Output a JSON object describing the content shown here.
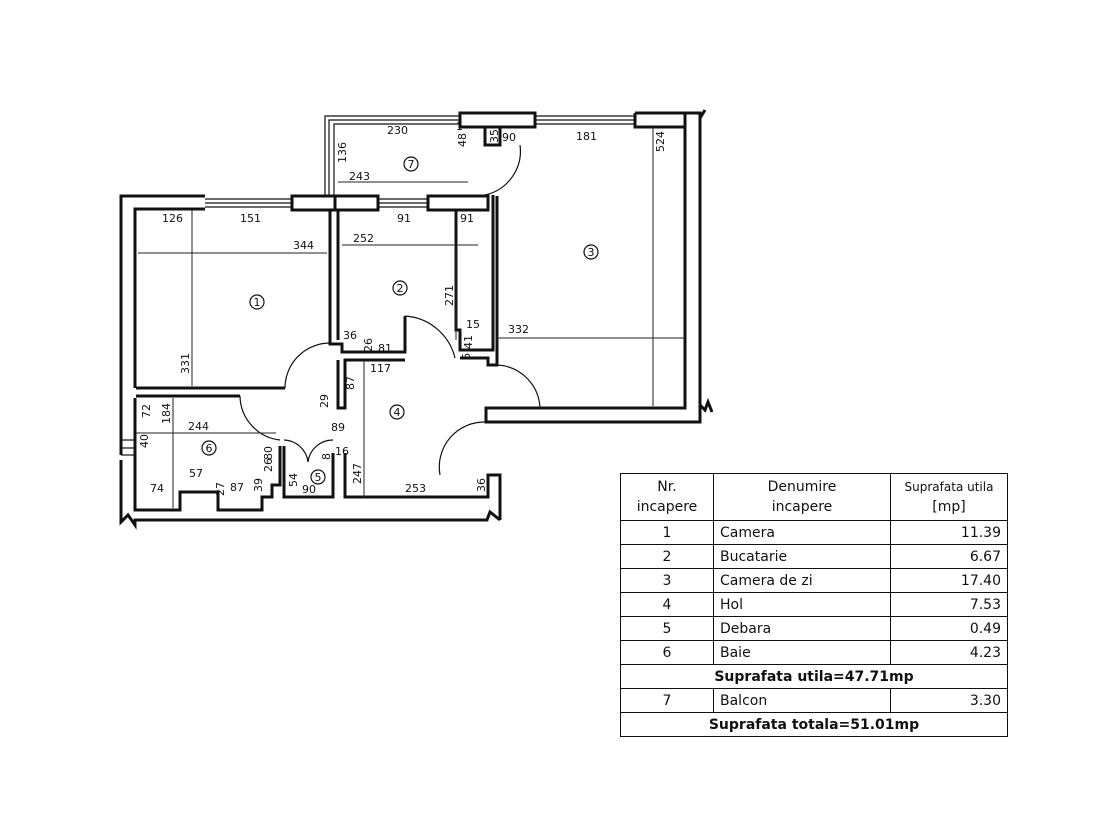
{
  "plan": {
    "rooms": [
      "1",
      "2",
      "3",
      "4",
      "5",
      "6",
      "7"
    ],
    "dimensions": {
      "r1_126": "126",
      "r1_151": "151",
      "r1_344": "344",
      "r1_331": "331",
      "r2_91a": "91",
      "r2_91b": "91",
      "r2_252": "252",
      "r2_271": "271",
      "r2_15": "15",
      "r2_41": "41",
      "r2_36": "36",
      "r2_26": "26",
      "r2_81": "81.",
      "r3_181": "181",
      "r3_524": "524",
      "r3_332": "332",
      "r3_35": "35",
      "r3_90": "90",
      "r3_6": "6",
      "r7_230": "230",
      "r7_136": "136",
      "r7_243": "243",
      "r7_48": "48",
      "r7_1": "1",
      "r4_117": "117",
      "r4_87": "87",
      "r4_29": "29",
      "r4_89": "89",
      "r4_16": "16",
      "r4_8": "8",
      "r4_247": "247",
      "r4_253": "253",
      "r4_36": "36",
      "r5_54": "54",
      "r5_90": "90",
      "r6_72": "72",
      "r6_184": "184",
      "r6_244": "244",
      "r6_40": "40",
      "r6_80": "80",
      "r6_26": "26",
      "r6_57": "57",
      "r6_74": "74",
      "r6_27": "27",
      "r6_87": "87",
      "r6_39": "39"
    }
  },
  "table": {
    "headers": {
      "nr": "Nr.\nincapere",
      "name": "Denumire\nincapere",
      "area": "Suprafata utila\n[mp]"
    },
    "header_nr_1": "Nr.",
    "header_nr_2": "incapere",
    "header_name_1": "Denumire",
    "header_name_2": "incapere",
    "header_area_1": "Suprafata utila",
    "header_area_2": "[mp]",
    "rows": [
      {
        "nr": "1",
        "name": "Camera",
        "area": "11.39"
      },
      {
        "nr": "2",
        "name": "Bucatarie",
        "area": "6.67"
      },
      {
        "nr": "3",
        "name": "Camera de zi",
        "area": "17.40"
      },
      {
        "nr": "4",
        "name": "Hol",
        "area": "7.53"
      },
      {
        "nr": "5",
        "name": "Debara",
        "area": "0.49"
      },
      {
        "nr": "6",
        "name": "Baie",
        "area": "4.23"
      }
    ],
    "useful_total": "Suprafata utila=47.71mp",
    "balcony": {
      "nr": "7",
      "name": "Balcon",
      "area": "3.30"
    },
    "grand_total": "Suprafata totala=51.01mp"
  }
}
